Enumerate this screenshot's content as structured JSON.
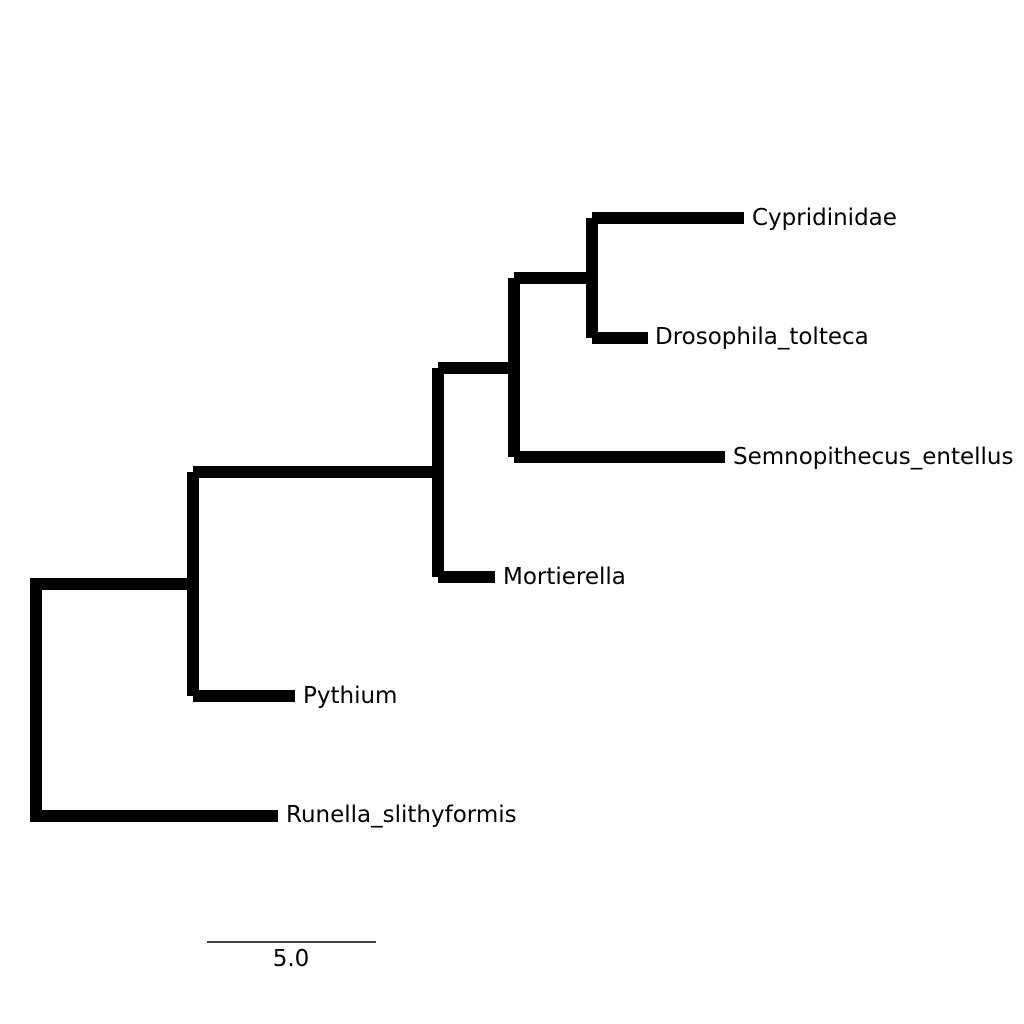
{
  "diagram": {
    "type": "phylogenetic-tree",
    "line_color": "#000000",
    "background": "#ffffff",
    "leaves": [
      {
        "id": "cypridinidae",
        "label": "Cypridinidae"
      },
      {
        "id": "drosophila",
        "label": "Drosophila_tolteca"
      },
      {
        "id": "semnopithecus",
        "label": "Semnopithecus_entellus"
      },
      {
        "id": "mortierella",
        "label": "Mortierella"
      },
      {
        "id": "pythium",
        "label": "Pythium"
      },
      {
        "id": "runella",
        "label": "Runella_slithyformis"
      }
    ],
    "scale_bar": {
      "label": "5.0",
      "length": 5.0
    }
  }
}
